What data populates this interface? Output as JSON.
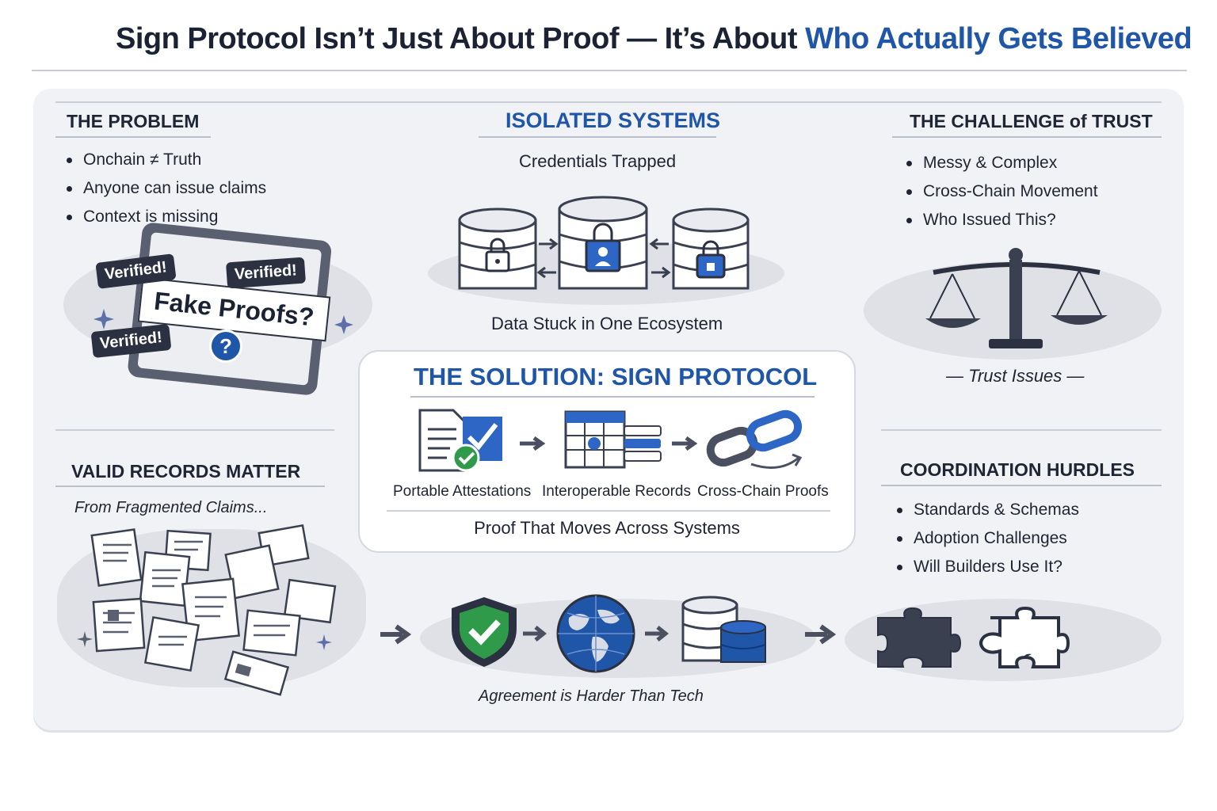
{
  "title": {
    "part1": "Sign Protocol Isn’t Just About Proof",
    "dash": " — ",
    "part2": "It’s About ",
    "accent": "Who Actually Gets Believed"
  },
  "problem": {
    "heading": "THE PROBLEM",
    "bullets": [
      "Onchain ≠ Truth",
      "Anyone can issue claims",
      "Context is missing"
    ],
    "stickers": [
      "Verified!",
      "Verified!",
      "Verified!"
    ],
    "card_text": "Fake Proofs?",
    "question_mark": "?"
  },
  "isolated": {
    "heading": "ISOLATED SYSTEMS",
    "subtitle": "Credentials Trapped",
    "caption": "Data Stuck in One Ecosystem"
  },
  "trust": {
    "heading": "THE CHALLENGE of TRUST",
    "bullets": [
      "Messy & Complex",
      "Cross-Chain Movement",
      "Who Issued This?"
    ],
    "caption": "— Trust Issues —"
  },
  "solution": {
    "heading": "THE SOLUTION: SIGN PROTOCOL",
    "items": [
      "Portable Attestations",
      "Interoperable Records",
      "Cross-Chain Proofs"
    ],
    "caption": "Proof That Moves Across Systems"
  },
  "valid": {
    "heading": "VALID RECORDS MATTER",
    "subtitle": "From Fragmented Claims..."
  },
  "coordination": {
    "heading": "COORDINATION HURDLES",
    "bullets": [
      "Standards & Schemas",
      "Adoption Challenges",
      "Will Builders Use It?"
    ]
  },
  "bottom": {
    "caption": "Agreement is Harder Than Tech"
  },
  "colors": {
    "accent_blue": "#1f56a8",
    "dark": "#2b3140",
    "green": "#2e9a4a",
    "panel": "#f1f2f5"
  }
}
